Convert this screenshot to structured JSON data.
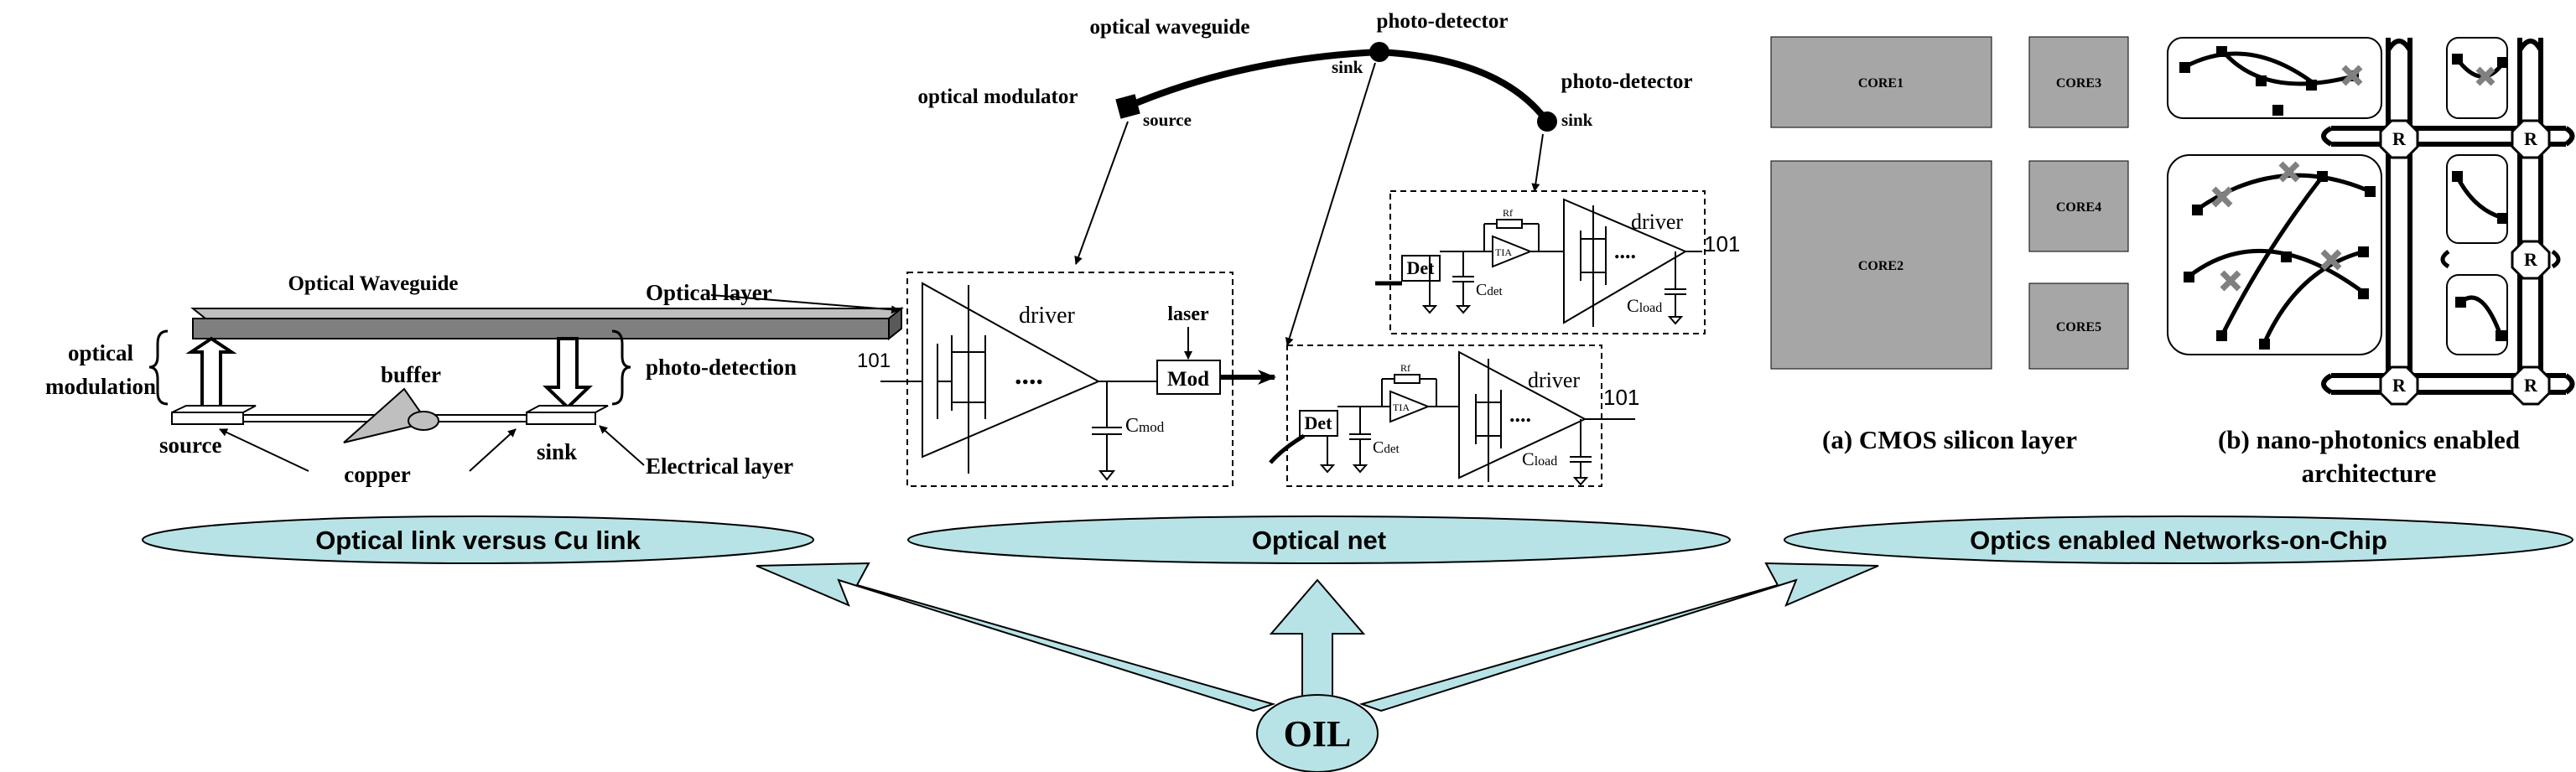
{
  "colors": {
    "ellipse_fill": "#b8e3e6",
    "core_fill": "#a6a6a6",
    "bar_fill": "#7f7f7f",
    "arrow_fill": "#b8e3e6"
  },
  "section1": {
    "banner": "Optical link versus Cu link",
    "optical_waveguide": "Optical Waveguide",
    "optical_layer": "Optical layer",
    "optical": "optical",
    "modulation": "modulation",
    "photo_detection": "photo-detection",
    "buffer": "buffer",
    "source": "source",
    "sink": "sink",
    "copper": "copper",
    "electrical_layer": "Electrical layer"
  },
  "section2": {
    "banner": "Optical net",
    "optical_waveguide": "optical waveguide",
    "photo_detector_top": "photo-detector",
    "photo_detector_right": "photo-detector",
    "optical_modulator": "optical modulator",
    "source": "source",
    "sink_mid": "sink",
    "sink_right": "sink",
    "driver_left": "driver",
    "laser": "laser",
    "mod": "Mod",
    "input_101": "101",
    "c_mod": "C",
    "c_mod_sub": "mod",
    "rf_upper": "Rf",
    "tia_upper": "TIA",
    "driver_upper": "driver",
    "det_upper": "Det",
    "c_det_upper": "C",
    "c_det_upper_sub": "det",
    "c_load_upper": "C",
    "c_load_upper_sub": "load",
    "out_101_upper": "101",
    "rf_lower": "Rf",
    "tia_lower": "TIA",
    "driver_lower": "driver",
    "det_lower": "Det",
    "c_det_lower": "C",
    "c_det_lower_sub": "det",
    "c_load_lower": "C",
    "c_load_lower_sub": "load",
    "out_101_lower": "101"
  },
  "section3": {
    "banner": "Optics enabled Networks-on-Chip",
    "cores": [
      "CORE1",
      "CORE2",
      "CORE3",
      "CORE4",
      "CORE5"
    ],
    "caption_a": "(a) CMOS silicon layer",
    "caption_b_line1": "(b) nano-photonics enabled",
    "caption_b_line2": "architecture",
    "router": "R"
  },
  "center": {
    "oil": "OIL"
  }
}
